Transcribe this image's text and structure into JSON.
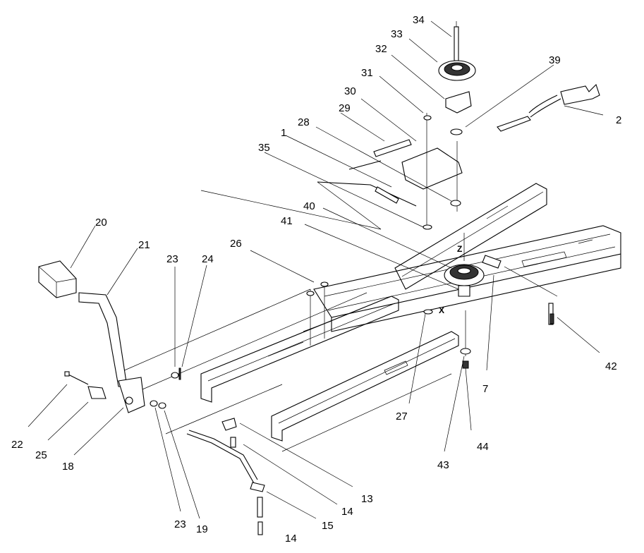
{
  "callouts": [
    {
      "id": "c34",
      "text": "34"
    },
    {
      "id": "c33",
      "text": "33"
    },
    {
      "id": "c32",
      "text": "32"
    },
    {
      "id": "c39",
      "text": "39"
    },
    {
      "id": "c31",
      "text": "31"
    },
    {
      "id": "c30",
      "text": "30"
    },
    {
      "id": "c2",
      "text": "2"
    },
    {
      "id": "c29",
      "text": "29"
    },
    {
      "id": "c28",
      "text": "28"
    },
    {
      "id": "c1",
      "text": "1"
    },
    {
      "id": "c35",
      "text": "35"
    },
    {
      "id": "c40",
      "text": "40"
    },
    {
      "id": "c41",
      "text": "41"
    },
    {
      "id": "c20",
      "text": "20"
    },
    {
      "id": "c21",
      "text": "21"
    },
    {
      "id": "c26",
      "text": "26"
    },
    {
      "id": "c23a",
      "text": "23"
    },
    {
      "id": "c24",
      "text": "24"
    },
    {
      "id": "c42",
      "text": "42"
    },
    {
      "id": "c7",
      "text": "7"
    },
    {
      "id": "c27",
      "text": "27"
    },
    {
      "id": "c22",
      "text": "22"
    },
    {
      "id": "c25",
      "text": "25"
    },
    {
      "id": "c18",
      "text": "18"
    },
    {
      "id": "c43",
      "text": "43"
    },
    {
      "id": "c44",
      "text": "44"
    },
    {
      "id": "c13",
      "text": "13"
    },
    {
      "id": "c14a",
      "text": "14"
    },
    {
      "id": "c23b",
      "text": "23"
    },
    {
      "id": "c19",
      "text": "19"
    },
    {
      "id": "c15",
      "text": "15"
    },
    {
      "id": "c14b",
      "text": "14"
    }
  ],
  "markers": {
    "z": "Z",
    "x": "X"
  }
}
